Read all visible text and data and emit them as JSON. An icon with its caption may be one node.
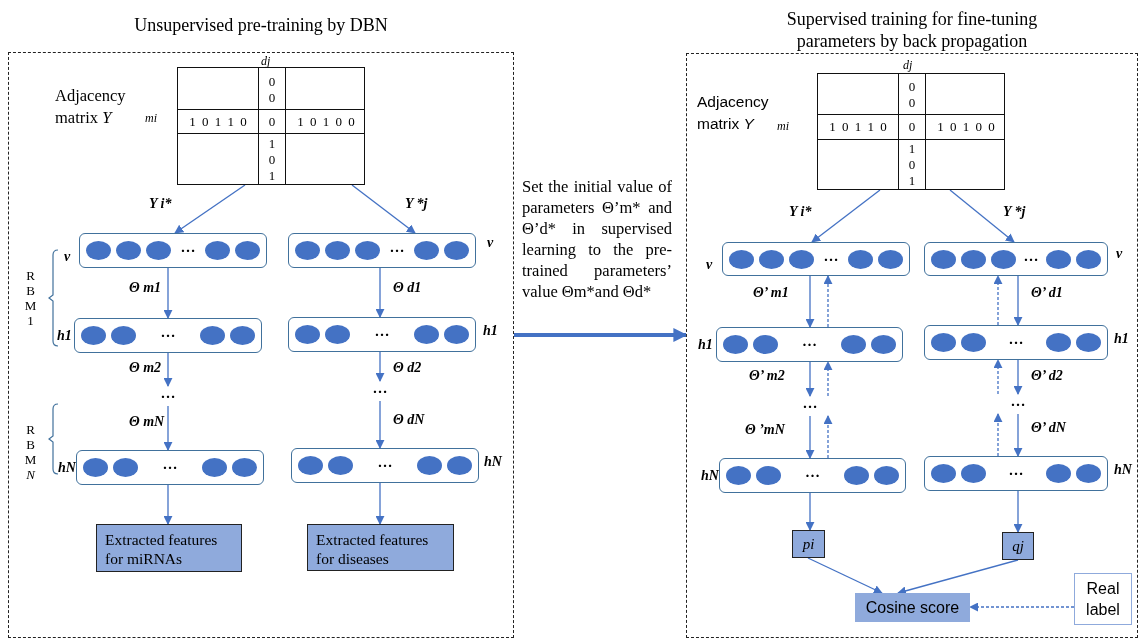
{
  "diagram": {
    "nodes": [
      {
        "text": [
          "Unsupervised pre-training by DBN"
        ]
      },
      {
        "text": [
          "0 0",
          "1 0 1 1 0",
          "0",
          "1 0 1 0 0",
          "1 0 1"
        ],
        "in": 0,
        "beside": [
          "Adjacency matrix *Y*",
          "dj",
          "mi"
        ]
      },
      {
        "text": [
          "…"
        ],
        "in": 0,
        "beside": [
          "v"
        ]
      },
      {
        "text": [
          "…"
        ],
        "in": 0,
        "beside": [
          "v"
        ]
      },
      {
        "text": [
          "…"
        ],
        "in": 0,
        "beside": [
          "h1"
        ]
      },
      {
        "text": [
          "…"
        ],
        "in": 0,
        "beside": [
          "h1"
        ]
      },
      {
        "text": [
          "…"
        ],
        "in": 0
      },
      {
        "text": [
          "…"
        ],
        "in": 0
      },
      {
        "text": [
          "…"
        ],
        "in": 0,
        "beside": [
          "hN"
        ]
      },
      {
        "text": [
          "…"
        ],
        "in": 0,
        "beside": [
          "hN"
        ]
      },
      {
        "text": [
          "Extracted features for miRNAs"
        ],
        "in": 0
      },
      {
        "text": [
          "Extracted features for diseases"
        ],
        "in": 0
      },
      {
        "text": [
          "Supervised training for fine-tuning parameters by back propagation"
        ]
      },
      {
        "text": [
          "0 0",
          "1 0 1 1 0",
          "0",
          "1 0 1 0 0",
          "1 0 1"
        ],
        "in": 12,
        "beside": [
          "Adjacency matrix *Y*",
          "dj",
          "mi"
        ]
      },
      {
        "text": [
          "…"
        ],
        "in": 12,
        "beside": [
          "v"
        ]
      },
      {
        "text": [
          "…"
        ],
        "in": 12,
        "beside": [
          "v"
        ]
      },
      {
        "text": [
          "…"
        ],
        "in": 12,
        "beside": [
          "h1"
        ]
      },
      {
        "text": [
          "…"
        ],
        "in": 12,
        "beside": [
          "h1"
        ]
      },
      {
        "text": [
          "…"
        ],
        "in": 12
      },
      {
        "text": [
          "…"
        ],
        "in": 12
      },
      {
        "text": [
          "…"
        ],
        "in": 12,
        "beside": [
          "hN"
        ]
      },
      {
        "text": [
          "…"
        ],
        "in": 12,
        "beside": [
          "hN"
        ]
      },
      {
        "text": [
          "pi"
        ],
        "in": 12
      },
      {
        "text": [
          "qj"
        ],
        "in": 12
      },
      {
        "text": [
          "Cosine score"
        ],
        "in": 12
      },
      {
        "text": [
          "Real label"
        ],
        "in": 12
      }
    ],
    "edges": [
      {
        "from": 1,
        "to": 2,
        "arrow": "to",
        "label": "Y i*"
      },
      {
        "from": 1,
        "to": 3,
        "arrow": "to",
        "label": "Y *j"
      },
      {
        "from": 2,
        "to": 4,
        "arrow": "to",
        "label": "Θ m1"
      },
      {
        "from": 3,
        "to": 5,
        "arrow": "to",
        "label": "Θ d1"
      },
      {
        "from": 4,
        "to": 6,
        "arrow": "to",
        "label": "Θ m2"
      },
      {
        "from": 5,
        "to": 7,
        "arrow": "to",
        "label": "Θ d2"
      },
      {
        "from": 6,
        "to": 8,
        "arrow": "to",
        "label": "Θ mN"
      },
      {
        "from": 7,
        "to": 9,
        "arrow": "to",
        "label": "Θ dN"
      },
      {
        "from": 8,
        "to": 10,
        "arrow": "to"
      },
      {
        "from": 9,
        "to": 11,
        "arrow": "to"
      },
      {
        "from": 0,
        "to": 12,
        "arrow": "to",
        "style": "thick",
        "label": "Set the initial value of parameters Θ’m* and Θ’d* in supervised learning to the pre-trained parameters’ value Θm*and Θd*"
      },
      {
        "from": 13,
        "to": 14,
        "arrow": "to",
        "label": "Y i*"
      },
      {
        "from": 13,
        "to": 15,
        "arrow": "to",
        "label": "Y *j"
      },
      {
        "from": 14,
        "to": 16,
        "arrow": "to",
        "label": "Θ’ m1"
      },
      {
        "from": 16,
        "to": 14,
        "arrow": "to",
        "style": "dashed"
      },
      {
        "from": 16,
        "to": 18,
        "arrow": "to",
        "label": "Θ’ m2"
      },
      {
        "from": 18,
        "to": 16,
        "arrow": "to",
        "style": "dashed"
      },
      {
        "from": 18,
        "to": 20,
        "arrow": "to",
        "label": "Θ ’mN"
      },
      {
        "from": 20,
        "to": 18,
        "arrow": "to",
        "style": "dashed"
      },
      {
        "from": 15,
        "to": 17,
        "arrow": "to",
        "label": "Θ’ d1"
      },
      {
        "from": 17,
        "to": 15,
        "arrow": "to",
        "style": "dashed"
      },
      {
        "from": 17,
        "to": 19,
        "arrow": "to",
        "label": "Θ’ d2"
      },
      {
        "from": 19,
        "to": 17,
        "arrow": "to",
        "style": "dashed"
      },
      {
        "from": 19,
        "to": 21,
        "arrow": "to",
        "label": "Θ’ dN"
      },
      {
        "from": 21,
        "to": 19,
        "arrow": "to",
        "style": "dashed"
      },
      {
        "from": 20,
        "to": 22,
        "arrow": "to"
      },
      {
        "from": 21,
        "to": 23,
        "arrow": "to"
      },
      {
        "from": 22,
        "to": 24,
        "arrow": "to"
      },
      {
        "from": 23,
        "to": 24,
        "arrow": "to"
      },
      {
        "from": 25,
        "to": 24,
        "arrow": "to",
        "style": "dashed"
      }
    ],
    "labels": [
      "R B M 1",
      "R B M *N*"
    ]
  }
}
